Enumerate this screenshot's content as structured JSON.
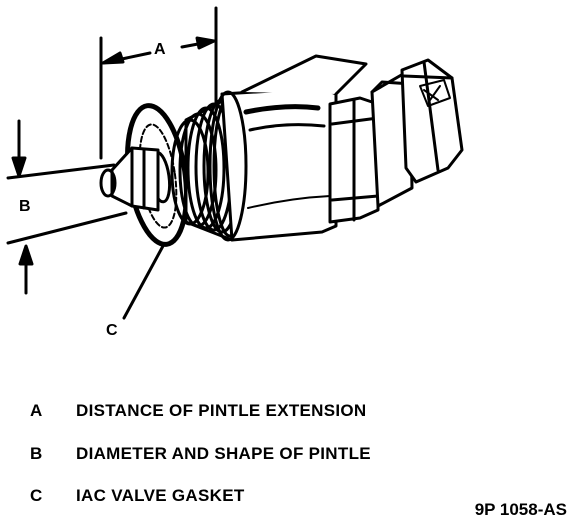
{
  "callouts": {
    "a": "A",
    "b": "B",
    "c": "C"
  },
  "legend": [
    {
      "key": "A",
      "text": "DISTANCE OF PINTLE EXTENSION"
    },
    {
      "key": "B",
      "text": "DIAMETER AND SHAPE OF PINTLE"
    },
    {
      "key": "C",
      "text": "IAC VALVE GASKET"
    }
  ],
  "figure_id": "9P 1058-AS"
}
